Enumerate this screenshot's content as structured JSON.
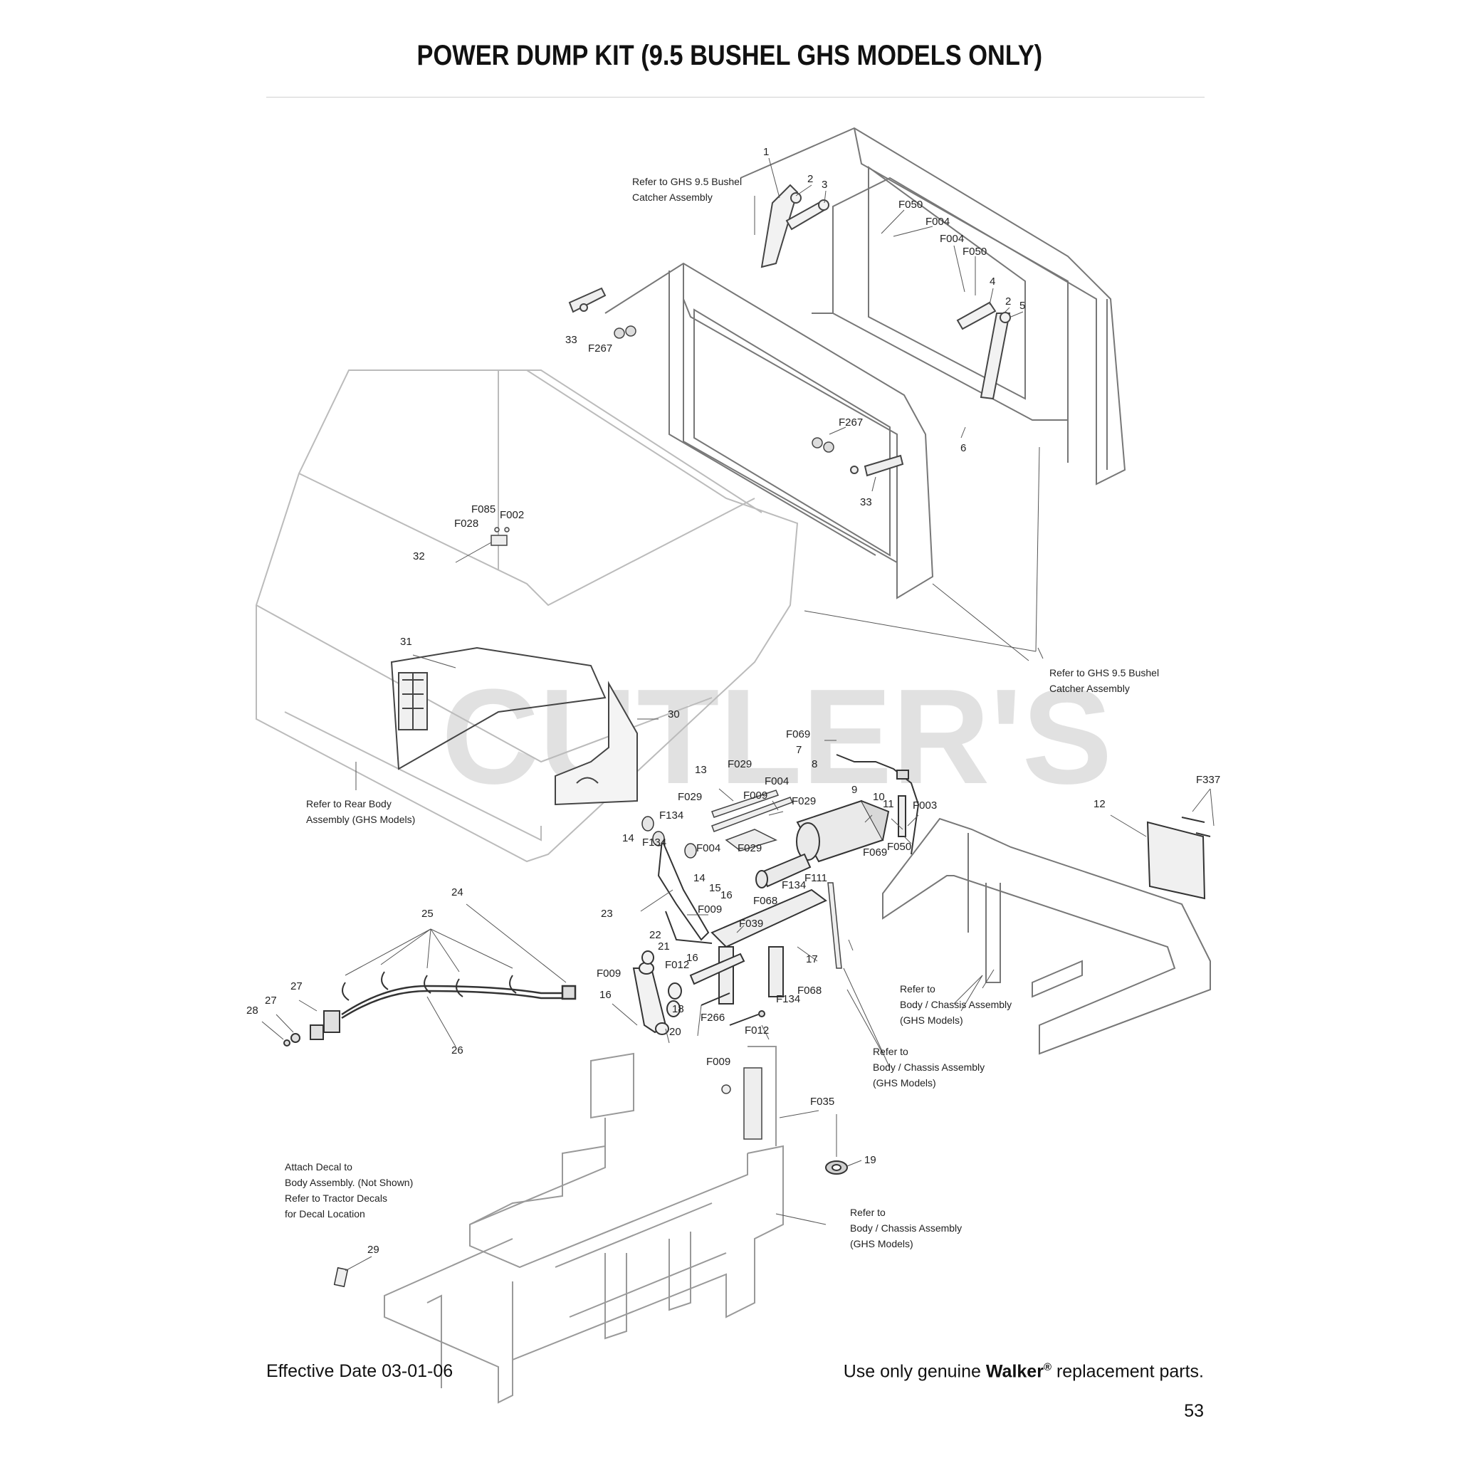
{
  "title": "POWER DUMP KIT (9.5 BUSHEL GHS MODELS ONLY)",
  "watermark": "CUTLER'S",
  "footer": {
    "effective": "Effective Date 03-01-06",
    "use_prefix": "Use only genuine",
    "brand": "Walker",
    "registered": "®",
    "use_suffix": "replacement parts.",
    "page": "53"
  },
  "notes": {
    "catcher_top": [
      "Refer to GHS 9.5 Bushel",
      "Catcher Assembly"
    ],
    "catcher_right": [
      "Refer to GHS 9.5 Bushel",
      "Catcher Assembly"
    ],
    "rear_body": [
      "Refer to Rear Body",
      "Assembly (GHS Models)"
    ],
    "chassis_a": [
      "Refer to",
      "Body / Chassis Assembly",
      "(GHS Models)"
    ],
    "chassis_b": [
      "Refer to",
      "Body / Chassis Assembly",
      "(GHS Models)"
    ],
    "chassis_c": [
      "Refer to",
      "Body / Chassis Assembly",
      "(GHS Models)"
    ],
    "decal": [
      "Attach Decal to",
      "Body Assembly. (Not Shown)",
      "Refer to Tractor Decals",
      "for Decal Location"
    ]
  },
  "callouts": {
    "c1": "1",
    "c2a": "2",
    "c3": "3",
    "f050a": "F050",
    "f004a": "F004",
    "f004b": "F004",
    "f050b": "F050",
    "c4": "4",
    "c2b": "2",
    "c5": "5",
    "c33a": "33",
    "f267a": "F267",
    "f267b": "F267",
    "c6": "6",
    "c33b": "33",
    "f085": "F085",
    "f028": "F028",
    "f002": "F002",
    "c32": "32",
    "c31": "31",
    "c30": "30",
    "f069a": "F069",
    "c7": "7",
    "c8": "8",
    "c13": "13",
    "f029a": "F029",
    "f004c": "F004",
    "f029b": "F029",
    "f009a": "F009",
    "f029c": "F029",
    "c9": "9",
    "c10": "10",
    "c11": "11",
    "f003": "F003",
    "f134a": "F134",
    "c14a": "14",
    "f134b": "F134",
    "f004d": "F004",
    "f029d": "F029",
    "f069b": "F069",
    "f050c": "F050",
    "c14b": "14",
    "c15": "15",
    "c16a": "16",
    "f134c": "F134",
    "f111": "F111",
    "f068a": "F068",
    "c23": "23",
    "f009b": "F009",
    "f039": "F039",
    "c22": "22",
    "c21": "21",
    "c16b": "16",
    "c17": "17",
    "f009c": "F009",
    "f012a": "F012",
    "c16c": "16",
    "f134d": "F134",
    "f068b": "F068",
    "c18": "18",
    "f266": "F266",
    "c20": "20",
    "f012b": "F012",
    "c24": "24",
    "c25": "25",
    "c27a": "27",
    "c27b": "27",
    "c28": "28",
    "c26": "26",
    "c12": "12",
    "f337": "F337",
    "f009d": "F009",
    "f035": "F035",
    "c19": "19",
    "c29": "29"
  },
  "colors": {
    "line": "#555555",
    "light": "#bdbdbd",
    "ink": "#111111",
    "watermark": "#d8d8d8"
  }
}
